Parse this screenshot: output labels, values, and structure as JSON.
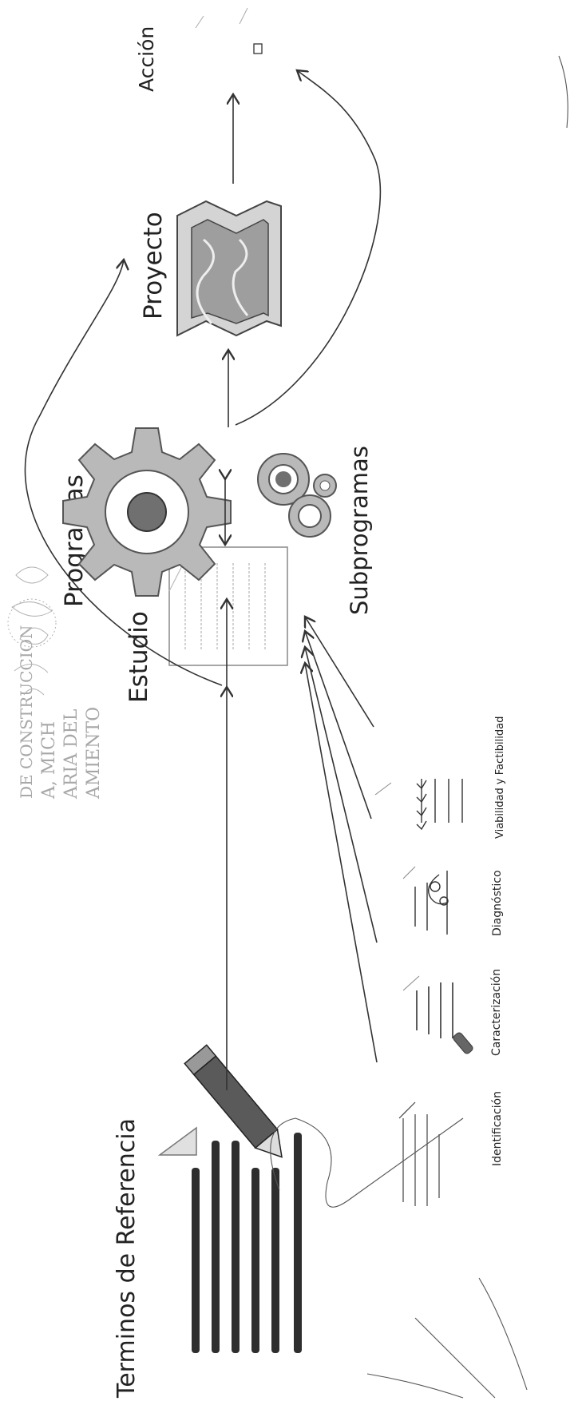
{
  "diagram": {
    "nodes": {
      "terminos": "Terminos de Referencia",
      "estudio": "Estudio",
      "programas": "Programas",
      "subprogramas": "Subprogramas",
      "proyecto": "Proyecto",
      "accion": "Acción"
    },
    "sub_steps": [
      "Identificación",
      "Caracterización",
      "Diagnóstico",
      "Viabilidad y Factibilidad"
    ],
    "stamp_lines": [
      "DE CONSTRUCCION",
      "A, MICH",
      "ARIA DEL",
      "AMIENTO"
    ],
    "colors": {
      "ink": "#222222",
      "gear": "#b9b9b9",
      "gear_core": "#707070",
      "stamp": "#8a8a8a"
    }
  }
}
